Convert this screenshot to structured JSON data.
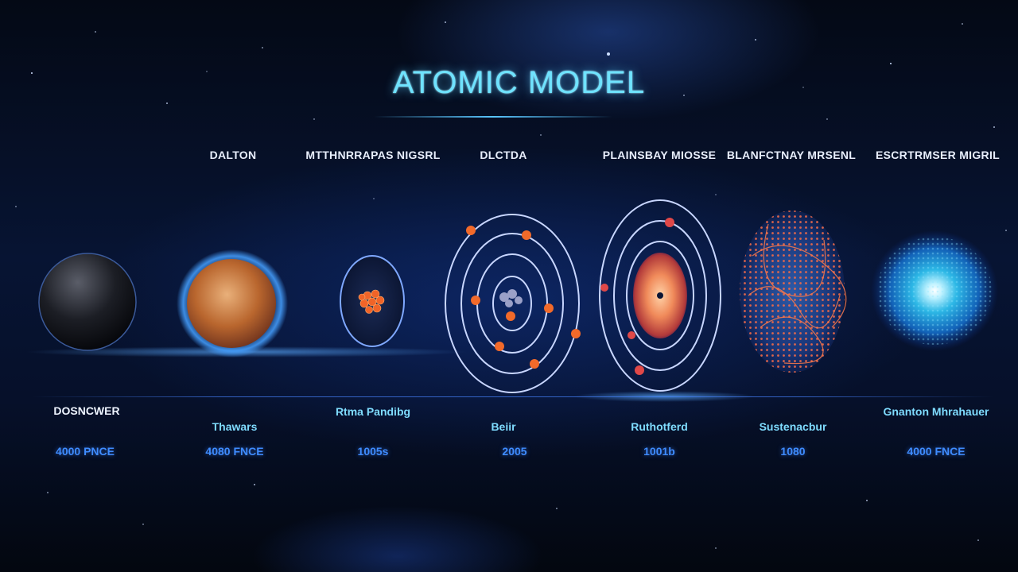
{
  "title": "ATOMIC MODEL",
  "models": [
    {
      "heading": "DALTON",
      "scientist": "DOSNCWER",
      "year": "4000 PNCE"
    },
    {
      "heading": "MTTHNRRAPAS NIGSRL",
      "scientist": "Thawars",
      "year": "4080 FNCE"
    },
    {
      "heading": "DLCTDA",
      "scientist": "Rtma Pandibg",
      "year": "1005s"
    },
    {
      "heading": "",
      "scientist": "Beiir",
      "year": "2005"
    },
    {
      "heading": "PLAINSBAY MIOSSE",
      "scientist": "Ruthotferd",
      "year": "1001b"
    },
    {
      "heading": "BLANFCTNAY MRSENL",
      "scientist": "Sustenacbur",
      "year": "1080"
    },
    {
      "heading": "ESCRTRMSER MIGRIL",
      "scientist": "Gnanton Mhrahauer",
      "year": "4000 FNCE"
    }
  ],
  "colors": {
    "title": "#6fe3ff",
    "scientist": "#7fdcff",
    "year": "#3f8cff",
    "electron": "#f26a2a"
  }
}
